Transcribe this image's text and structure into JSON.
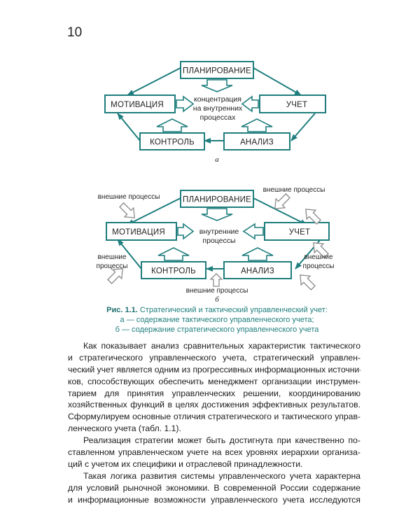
{
  "page_number": "10",
  "diagram_a": {
    "planning": "ПЛАНИРОВАНИЕ",
    "motivation": "МОТИВАЦИЯ",
    "accounting": "УЧЕТ",
    "control": "КОНТРОЛЬ",
    "analysis": "АНАЛИЗ",
    "center": [
      "концентрация",
      "на внутренних",
      "процессах"
    ],
    "label": "а"
  },
  "diagram_b": {
    "planning": "ПЛАНИРОВАНИЕ",
    "motivation": "МОТИВАЦИЯ",
    "accounting": "УЧЕТ",
    "control": "КОНТРОЛЬ",
    "analysis": "АНАЛИЗ",
    "center": [
      "внутренние",
      "процессы"
    ],
    "external": "внешние процессы",
    "external_left_1": "внешние",
    "external_left_2": "процессы",
    "external_right_1": "внешние",
    "external_right_2": "процессы",
    "label": "б"
  },
  "caption": {
    "prefix": "Рис. 1.1.",
    "title": " Стратегический и тактический управленческий учет:",
    "line2": "а — содержание тактического управленческого учета;",
    "line3": "б — содержание стратегического управленческого учета"
  },
  "paragraphs": [
    {
      "lines": [
        "Как показывает анализ сравнительных характеристик тактического",
        "и стратегического управленческого учета, стратегический управлен-",
        "ческий учет является одним из прогрессивных информационных источни-",
        "ков, способствующих обеспечить менеджмент организации инструмен-",
        "тарием для принятия управленческих решении, координированию",
        "хозяйственных функций в целях достижения эффективных результатов.",
        "Сформулируем основные отличия стратегического и тактического управ-",
        "ленческого учета (табл. 1.1)."
      ]
    },
    {
      "lines": [
        "Реализация стратегии может быть достигнута при качественно по-",
        "ставленном управленческом учете на всех уровнях иерархии организа-",
        "ций с учетом их специфики и отраслевой принадлежности."
      ]
    },
    {
      "lines": [
        "Такая логика развития системы управленческого учета характерна",
        "для условий рыночной экономики. В современной России содержание",
        "и информационные возможности управленческого учета исследуются"
      ]
    }
  ]
}
